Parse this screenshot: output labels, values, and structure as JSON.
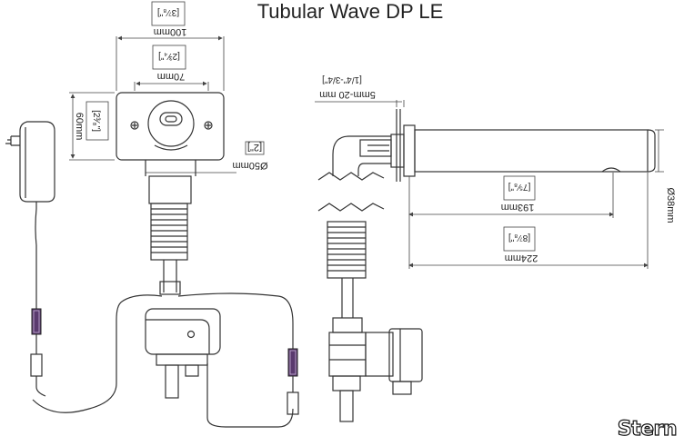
{
  "title": "Tubular Wave DP LE",
  "brand": "Stern",
  "front": {
    "width_frac": "[3⁷⁄₈\"]",
    "width_mm": "100mm",
    "inner_frac": "[2³⁄₄\"]",
    "inner_mm": "70mm",
    "height_frac": "[2³⁄₈\"]",
    "height_mm": "60mm",
    "diam_frac": "[2\"]",
    "diam_mm": "Ø50mm"
  },
  "side": {
    "wall_frac": "[1/4\"-3/4\"]",
    "wall_mm": "5mm-20 mm",
    "reach1_frac": "[7⁵⁄₈\"]",
    "reach1_mm": "193mm",
    "reach2_frac": "[8⁷⁄₈\"]",
    "reach2_mm": "224mm",
    "pipe_mm": "Ø38mm"
  },
  "colors": {
    "line": "#333333",
    "dim": "#444444",
    "connector": "#5a3a6e"
  }
}
